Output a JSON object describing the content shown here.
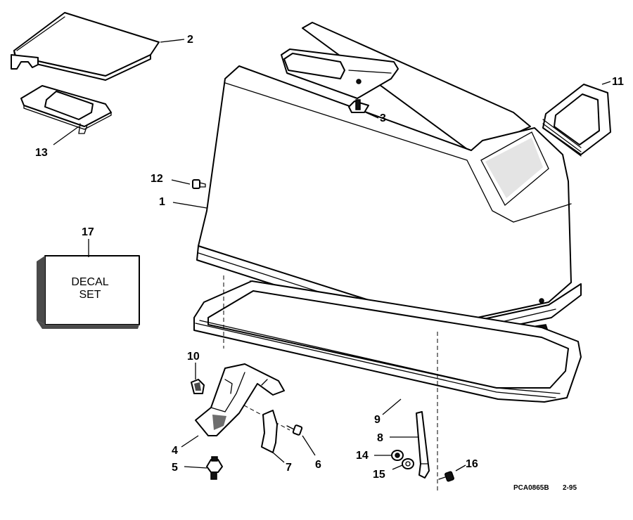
{
  "callouts": [
    {
      "id": "1",
      "label": "1"
    },
    {
      "id": "2",
      "label": "2"
    },
    {
      "id": "3",
      "label": "3"
    },
    {
      "id": "4",
      "label": "4"
    },
    {
      "id": "5",
      "label": "5"
    },
    {
      "id": "6",
      "label": "6"
    },
    {
      "id": "7",
      "label": "7"
    },
    {
      "id": "8",
      "label": "8"
    },
    {
      "id": "9",
      "label": "9"
    },
    {
      "id": "10",
      "label": "10"
    },
    {
      "id": "11",
      "label": "11"
    },
    {
      "id": "12",
      "label": "12"
    },
    {
      "id": "13",
      "label": "13"
    },
    {
      "id": "14",
      "label": "14"
    },
    {
      "id": "15",
      "label": "15"
    },
    {
      "id": "16",
      "label": "16"
    },
    {
      "id": "17",
      "label": "17"
    }
  ],
  "decal_box": {
    "line1": "DECAL",
    "line2": "SET"
  },
  "footer": {
    "part_code": "PCA0865B",
    "date": "2-95"
  }
}
